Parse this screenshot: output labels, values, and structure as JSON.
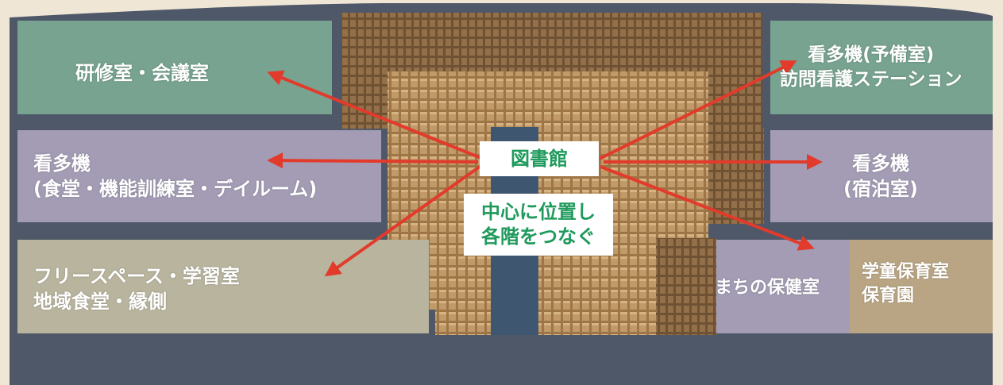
{
  "colors": {
    "background": "#efe6d6",
    "building": "#4f5868",
    "green_room": "#77a390",
    "purple_room": "#a39cb4",
    "beige_room": "#b8b49e",
    "tan_room": "#b9a583",
    "wood": "#b28a58",
    "arrow": "#e23b2c",
    "label_text": "#1f9a5c"
  },
  "rooms": {
    "training_room": {
      "lines": [
        "研修室・会議室"
      ]
    },
    "kantaki_spare": {
      "lines": [
        "看多機(予備室)",
        "訪問看護ステーション"
      ]
    },
    "kantaki_dining": {
      "lines": [
        "看多機",
        "(食堂・機能訓練室・デイルーム)"
      ]
    },
    "kantaki_stay": {
      "lines": [
        "看多機",
        "(宿泊室)"
      ]
    },
    "free_space": {
      "lines": [
        "フリースペース・学習室",
        "地域食堂・縁側"
      ]
    },
    "health_room": {
      "lines": [
        "まちの保健室"
      ]
    },
    "childcare": {
      "lines": [
        "学童保育室",
        "保育園"
      ]
    }
  },
  "center": {
    "library_label": "図書館",
    "caption_lines": [
      "中心に位置し",
      "各階をつなぐ"
    ]
  }
}
